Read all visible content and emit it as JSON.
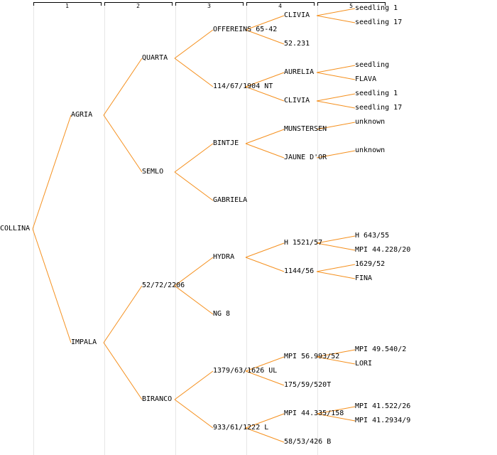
{
  "colors": {
    "edge": "#f5901e",
    "guide": "#e6e6e6",
    "text": "#000000",
    "header": "#000000"
  },
  "generations": [
    "1",
    "2",
    "3",
    "4",
    "5"
  ],
  "tree": {
    "label": "COLLINA",
    "children": [
      {
        "label": "AGRIA",
        "children": [
          {
            "label": "QUARTA",
            "children": [
              {
                "label": "OFFEREINS 65-42",
                "children": [
                  {
                    "label": "CLIVIA",
                    "children": [
                      {
                        "label": "seedling 1"
                      },
                      {
                        "label": "seedling 17"
                      }
                    ]
                  },
                  {
                    "label": "52.231"
                  }
                ]
              },
              {
                "label": "114/67/1904 NT",
                "children": [
                  {
                    "label": "AURELIA",
                    "children": [
                      {
                        "label": "seedling"
                      },
                      {
                        "label": "FLAVA"
                      }
                    ]
                  },
                  {
                    "label": "CLIVIA",
                    "children": [
                      {
                        "label": "seedling 1"
                      },
                      {
                        "label": "seedling 17"
                      }
                    ]
                  }
                ]
              }
            ]
          },
          {
            "label": "SEMLO",
            "children": [
              {
                "label": "BINTJE",
                "children": [
                  {
                    "label": "MUNSTERSEN",
                    "children": [
                      {
                        "label": "unknown"
                      }
                    ]
                  },
                  {
                    "label": "JAUNE D'OR",
                    "children": [
                      {
                        "label": "unknown"
                      }
                    ]
                  }
                ]
              },
              {
                "label": "GABRIELA"
              }
            ]
          }
        ]
      },
      {
        "label": "IMPALA",
        "children": [
          {
            "label": "52/72/2206",
            "children": [
              {
                "label": "HYDRA",
                "children": [
                  {
                    "label": "H 1521/57",
                    "children": [
                      {
                        "label": "H 643/55"
                      },
                      {
                        "label": "MPI 44.228/20"
                      }
                    ]
                  },
                  {
                    "label": "1144/56",
                    "children": [
                      {
                        "label": "1629/52"
                      },
                      {
                        "label": "FINA"
                      }
                    ]
                  }
                ]
              },
              {
                "label": "NG 8"
              }
            ]
          },
          {
            "label": "BIRANCO",
            "children": [
              {
                "label": "1379/63/1626 UL",
                "children": [
                  {
                    "label": "MPI 56.993/52",
                    "children": [
                      {
                        "label": "MPI 49.540/2"
                      },
                      {
                        "label": "LORI"
                      }
                    ]
                  },
                  {
                    "label": "175/59/520T"
                  }
                ]
              },
              {
                "label": "933/61/1222 L",
                "children": [
                  {
                    "label": "MPI 44.335/158",
                    "children": [
                      {
                        "label": "MPI 41.522/26"
                      },
                      {
                        "label": "MPI 41.2934/9"
                      }
                    ]
                  },
                  {
                    "label": "58/53/426 B"
                  }
                ]
              }
            ]
          }
        ]
      }
    ]
  }
}
